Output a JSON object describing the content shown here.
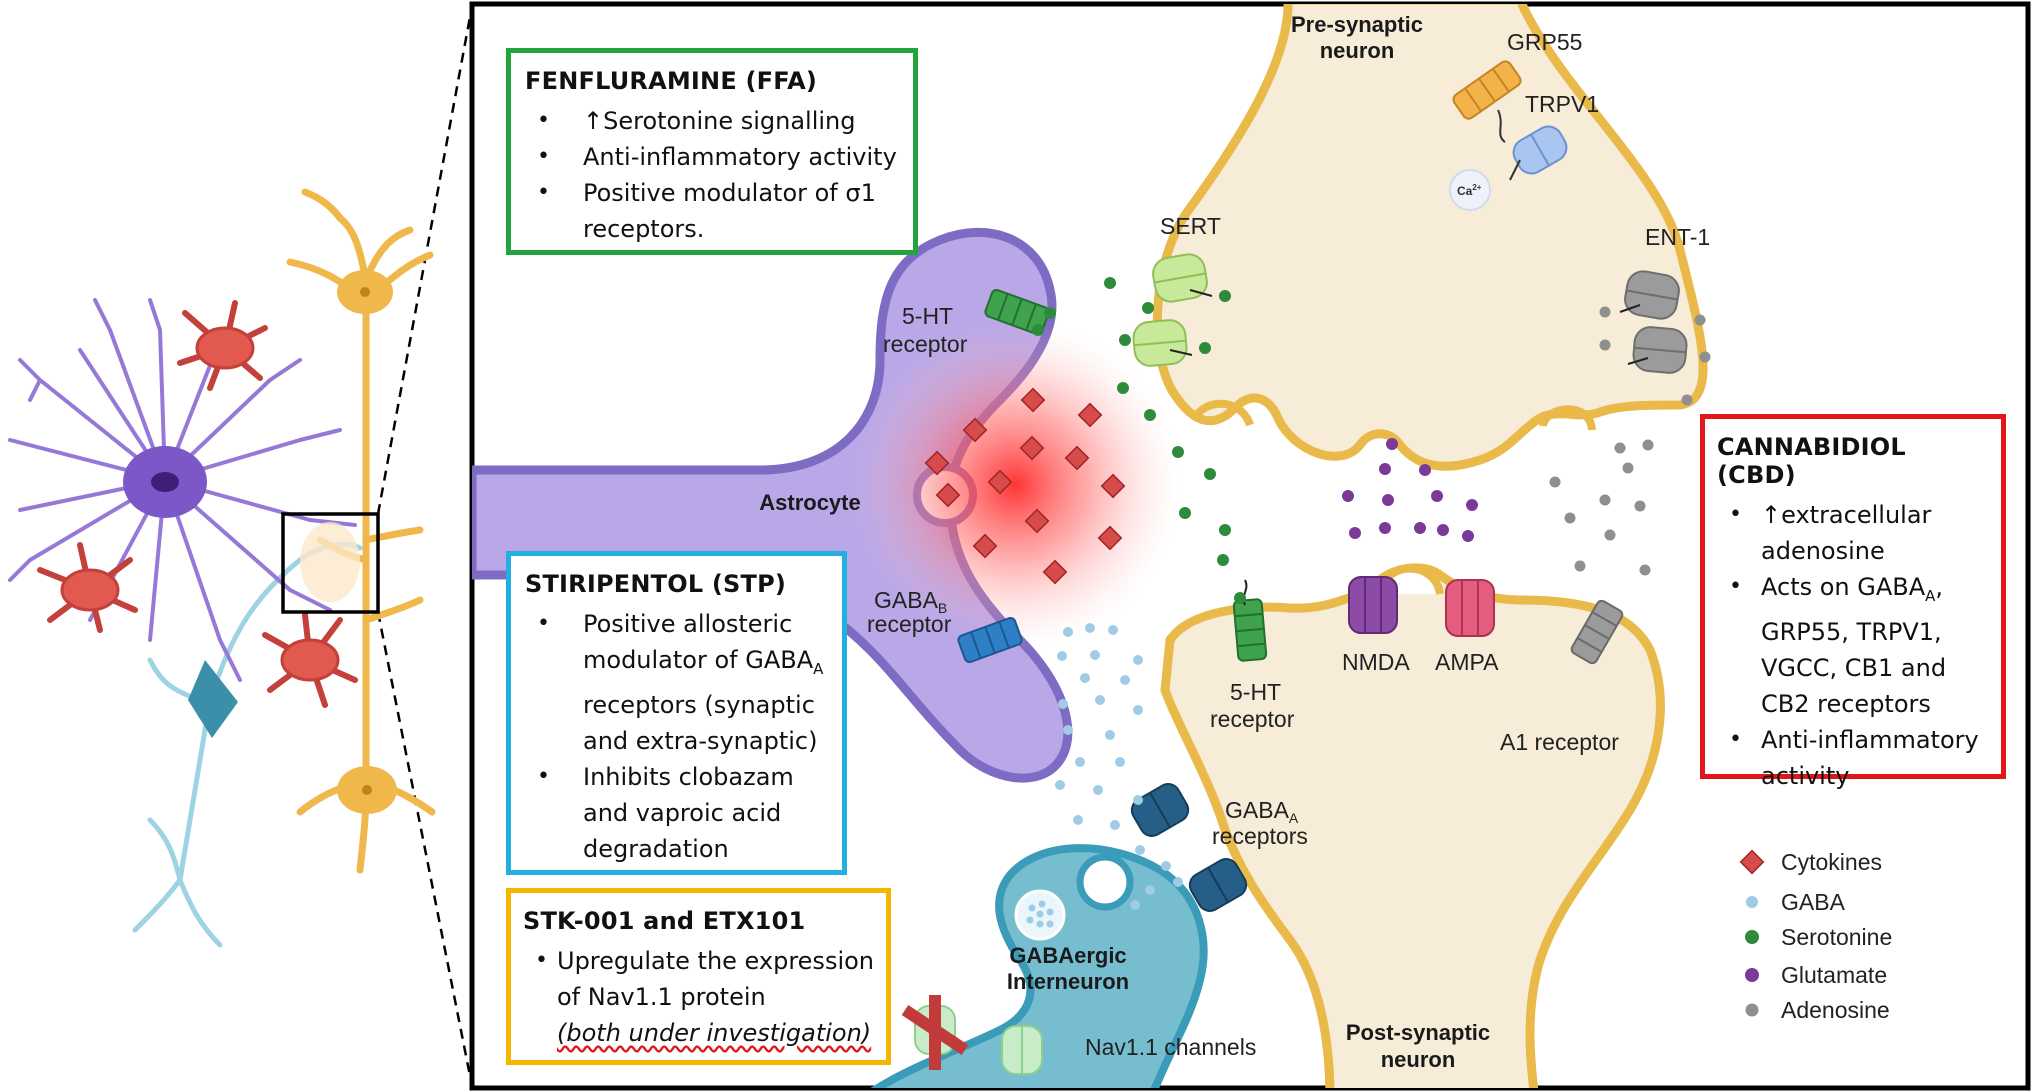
{
  "colors": {
    "frame": "#000000",
    "neuron": "#f7ecd7",
    "neuron_border": "#e9b949",
    "astrocyte": "#b9a7e8",
    "astrocyte_border": "#7e6bc4",
    "interneuron": "#76bdd0",
    "ffa_border": "#22a53f",
    "stp_border": "#24aee2",
    "stk_border": "#f3b700",
    "cbd_border": "#e0171b",
    "cytokine": "#d84b4b",
    "gaba": "#9fcbe4",
    "serotonin": "#2e8b3c",
    "glutamate": "#7a3a98",
    "adenosine": "#8f8f8f"
  },
  "ffa": {
    "title": "FENFLURAMINE (FFA)",
    "items": [
      "↑Serotonine signalling",
      "Anti-inflammatory activity",
      "Positive modulator of σ1 receptors."
    ]
  },
  "stp": {
    "title": "STIRIPENTOL (STP)",
    "item1_a": "Positive allosteric modulator of GABA",
    "item1_sub": "A",
    "item1_b": " receptors (synaptic and extra-synaptic)",
    "item2": "Inhibits clobazam and vaproic acid degradation"
  },
  "stk": {
    "title": "STK-001 and ETX101",
    "item1": "Upregulate the expression of Nav1.1 protein",
    "note": "(both under investigation)"
  },
  "cbd": {
    "title": "CANNABIDIOL (CBD)",
    "item1": "↑extracellular adenosine",
    "item2_a": "Acts on GABA",
    "item2_sub": "A",
    "item2_b": ", GRP55, TRPV1, VGCC, CB1 and CB2 receptors",
    "item3": "Anti-inflammatory activity"
  },
  "labels": {
    "pre_1": "Pre-synaptic",
    "pre_2": "neuron",
    "post_1": "Post-synaptic",
    "post_2": "neuron",
    "astrocyte": "Astrocyte",
    "interneuron_1": "GABAergic",
    "interneuron_2": "Interneuron",
    "grp55": "GRP55",
    "trpv1": "TRPV1",
    "ca": "Ca",
    "ca_sup": "2+",
    "sert": "SERT",
    "ent1": "ENT-1",
    "ht_astro_1": "5-HT",
    "ht_astro_2": "receptor",
    "gabab_1": "GABA",
    "gabab_sub": "B",
    "gabab_2": "receptor",
    "ht_post_1": "5-HT",
    "ht_post_2": "receptor",
    "nmda": "NMDA",
    "ampa": "AMPA",
    "a1": "A1 receptor",
    "gabaa_1": "GABA",
    "gabaa_sub": "A",
    "gabaa_2": "receptors",
    "nav": "Nav1.1 channels"
  },
  "legend": {
    "cytokines": "Cytokines",
    "gaba": "GABA",
    "serotonin": "Serotonine",
    "glutamate": "Glutamate",
    "adenosine": "Adenosine"
  }
}
